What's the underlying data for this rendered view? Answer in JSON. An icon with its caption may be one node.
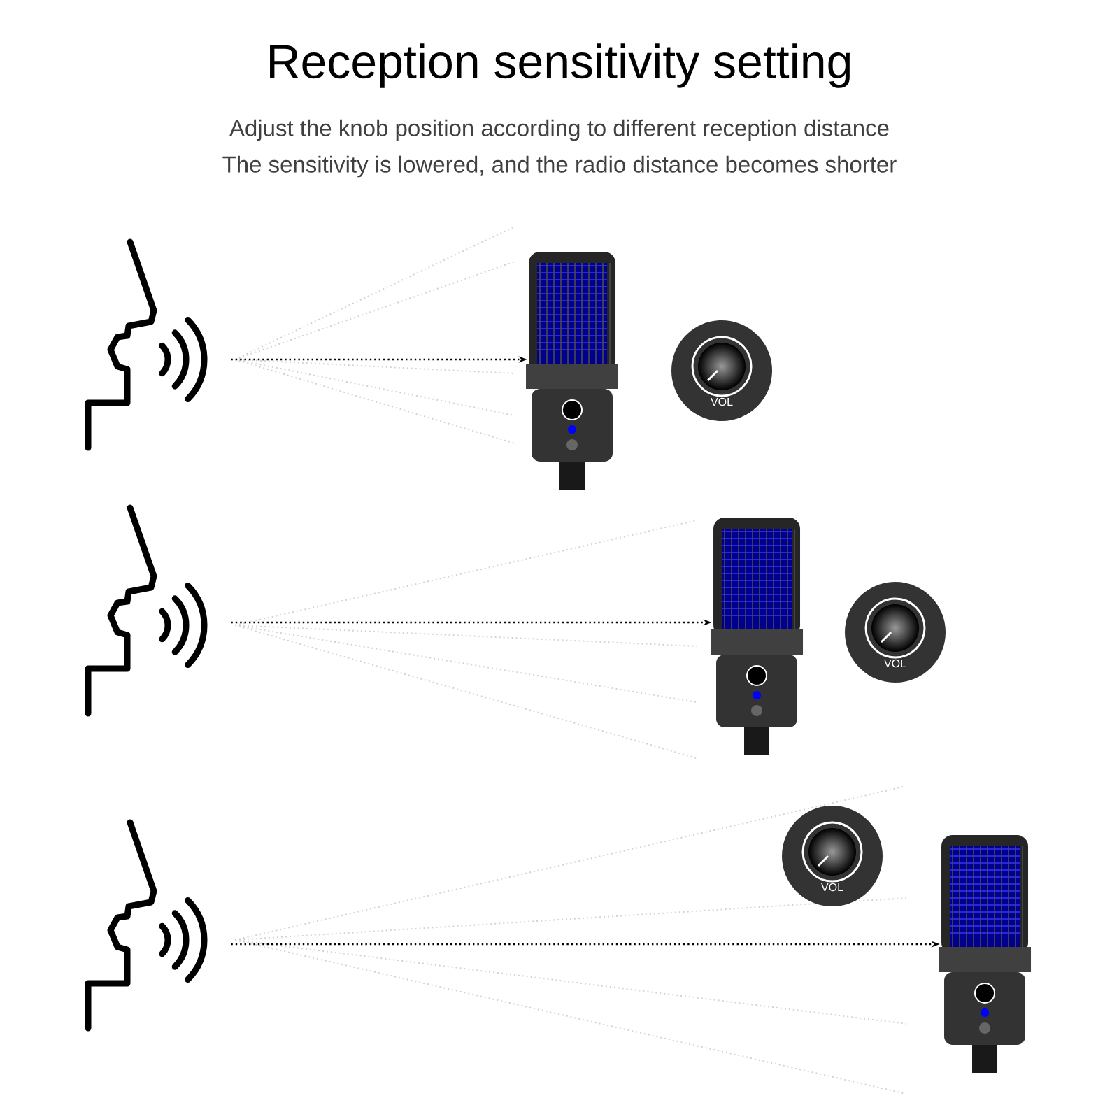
{
  "diagram": {
    "title": "Reception sensitivity setting",
    "nodes": [
      {
        "text": [],
        "shape": "picture"
      },
      {
        "text": [],
        "shape": "picture"
      },
      {
        "text": [
          "VOL"
        ]
      },
      {
        "text": [],
        "shape": "picture"
      },
      {
        "text": [],
        "shape": "picture"
      },
      {
        "text": [
          "VOL"
        ]
      },
      {
        "text": [],
        "shape": "picture"
      },
      {
        "text": [],
        "shape": "picture"
      },
      {
        "text": [
          "VOL"
        ]
      }
    ],
    "edges": [
      {
        "from": 0,
        "to": 1,
        "arrow": "to"
      },
      {
        "from": 3,
        "to": 4,
        "arrow": "to"
      },
      {
        "from": 6,
        "to": 7,
        "arrow": "to"
      }
    ],
    "labels": [
      "Adjust the knob position according to different reception distance",
      "The sensitivity is lowered, and the radio distance becomes shorter"
    ]
  }
}
